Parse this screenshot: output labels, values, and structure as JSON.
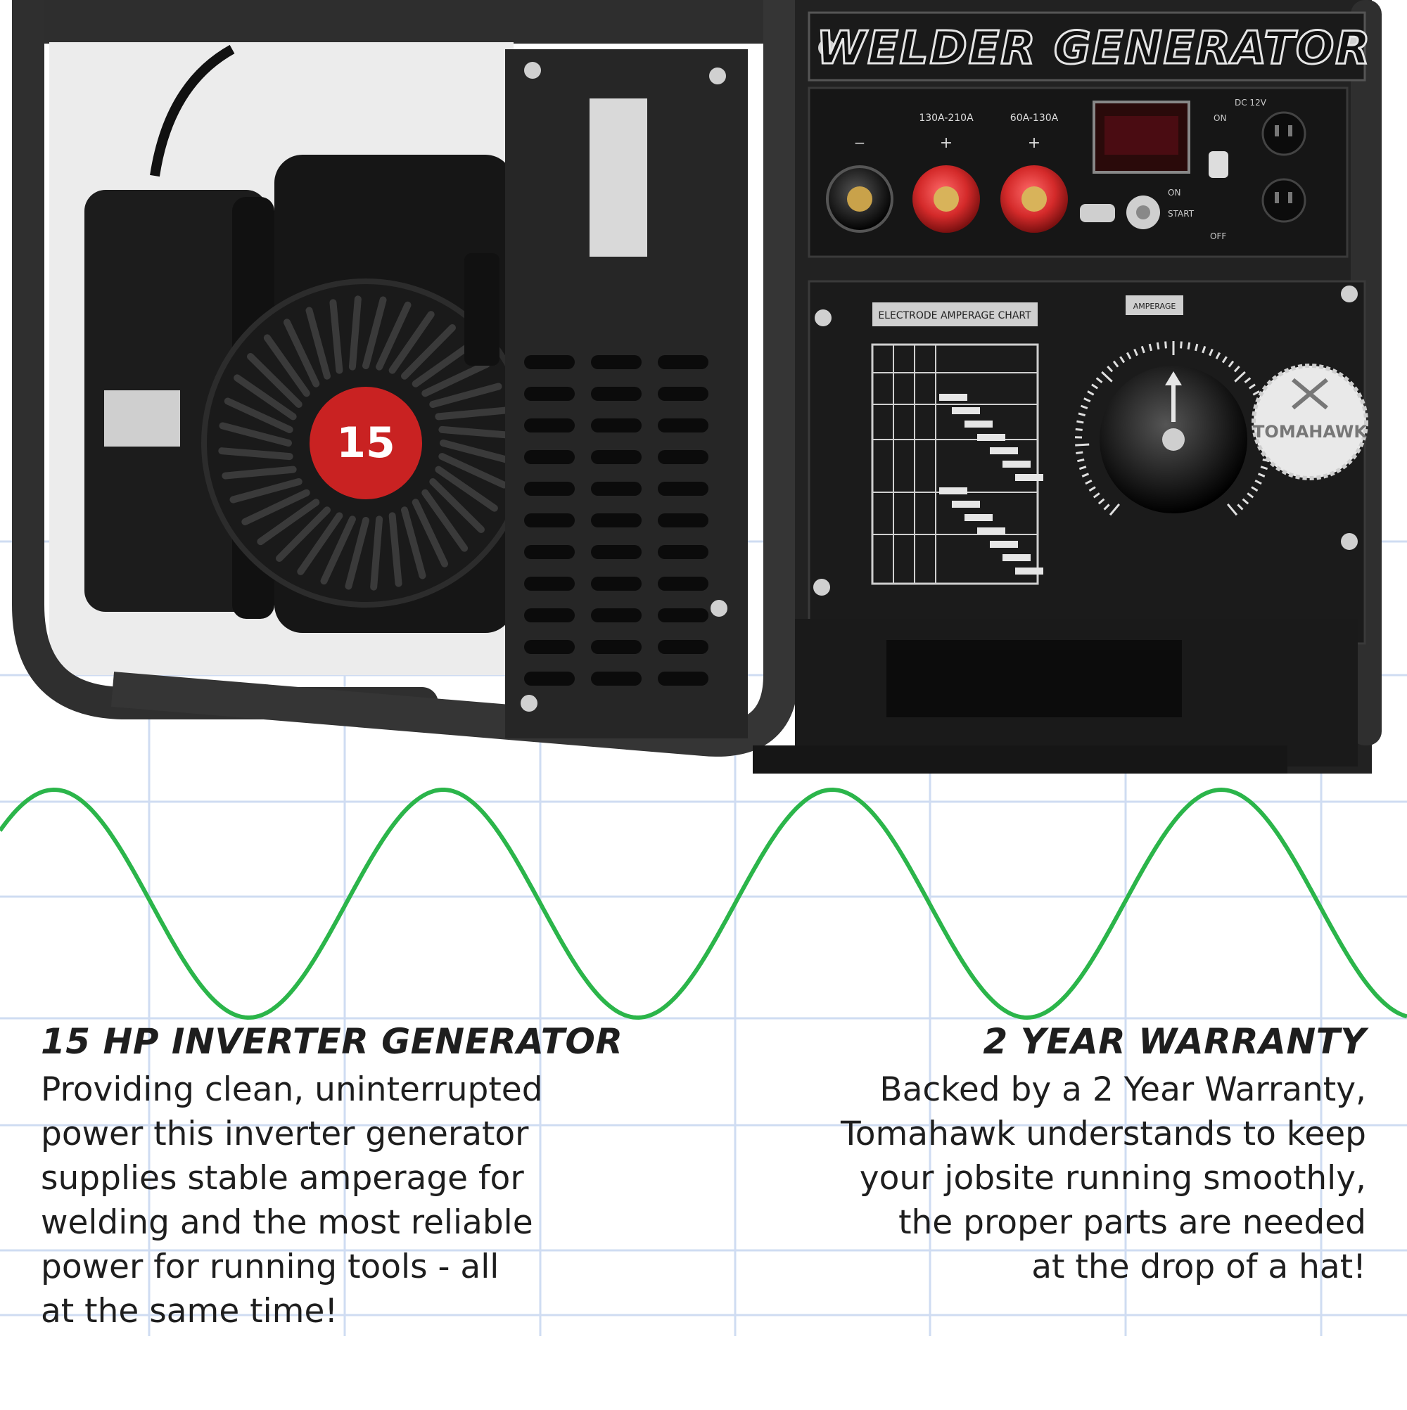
{
  "brand": {
    "banner": "WELDER GENERATOR",
    "logo_text": "TOMAHAWK",
    "engine_badge": "15"
  },
  "panel": {
    "range_high": "130A-210A",
    "range_low": "60A-130A",
    "chart_label": "ELECTRODE AMPERAGE CHART",
    "dial_label": "AMPERAGE",
    "dc_label": "DC 12V",
    "switch_on": "ON",
    "switch_off": "OFF",
    "switch_start": "START",
    "minus": "−",
    "plus": "+"
  },
  "waveform": {
    "color": "#2bb54a",
    "type": "sine"
  },
  "features": [
    {
      "title": "15 HP INVERTER GENERATOR",
      "body": "Providing clean, uninterrupted\npower this inverter generator\nsupplies stable amperage for\nwelding and the most reliable\npower for running tools - all\nat the same time!"
    },
    {
      "title": "2 YEAR WARRANTY",
      "body": "Backed by a 2 Year Warranty,\nTomahawk understands to keep\nyour jobsite running smoothly,\nthe proper parts are needed\nat the drop of a hat!"
    }
  ],
  "colors": {
    "frame": "#3a3a3a",
    "panel": "#1e1e1e",
    "terminal_red": "#d42a2a",
    "grid": "#cfdcf2",
    "text": "#1e1e1e"
  }
}
